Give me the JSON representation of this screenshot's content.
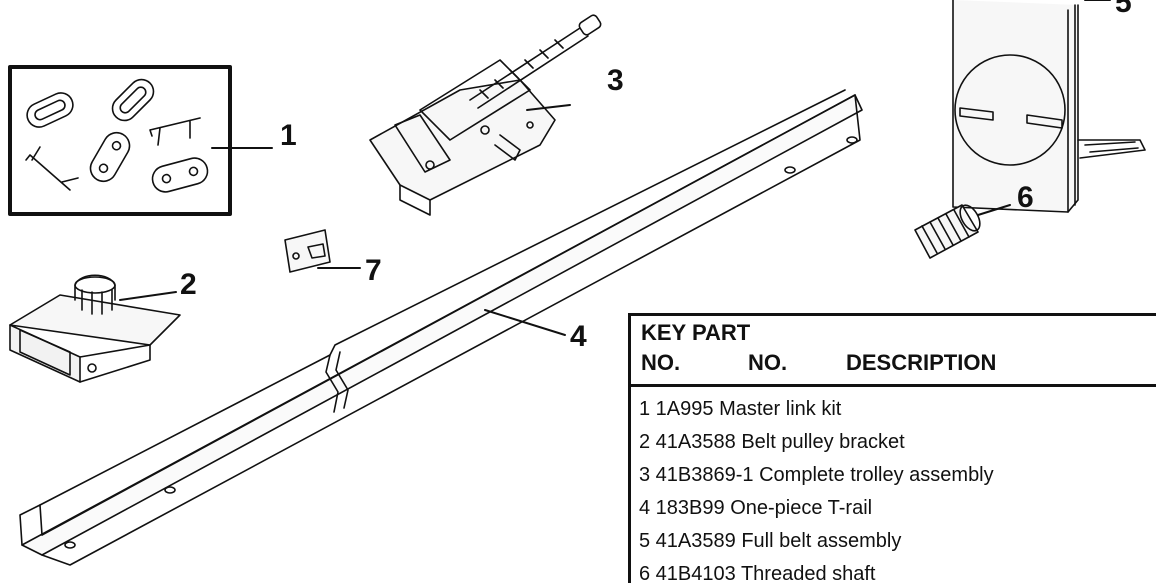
{
  "callouts": [
    "1",
    "2",
    "3",
    "4",
    "5",
    "6",
    "7"
  ],
  "table": {
    "header_key_part": "KEY PART",
    "header_no_1": "NO.",
    "header_no_2": "NO.",
    "header_description": "DESCRIPTION",
    "rows": [
      "1 1A995 Master link kit",
      "2 41A3588 Belt pulley bracket",
      "3 41B3869-1 Complete trolley assembly",
      "4 183B99 One-piece T-rail",
      "5 41A3589 Full belt assembly",
      "6 41B4103 Threaded shaft"
    ]
  },
  "colors": {
    "ink": "#111111",
    "background": "#ffffff",
    "fill_light": "#f2f2f2"
  }
}
